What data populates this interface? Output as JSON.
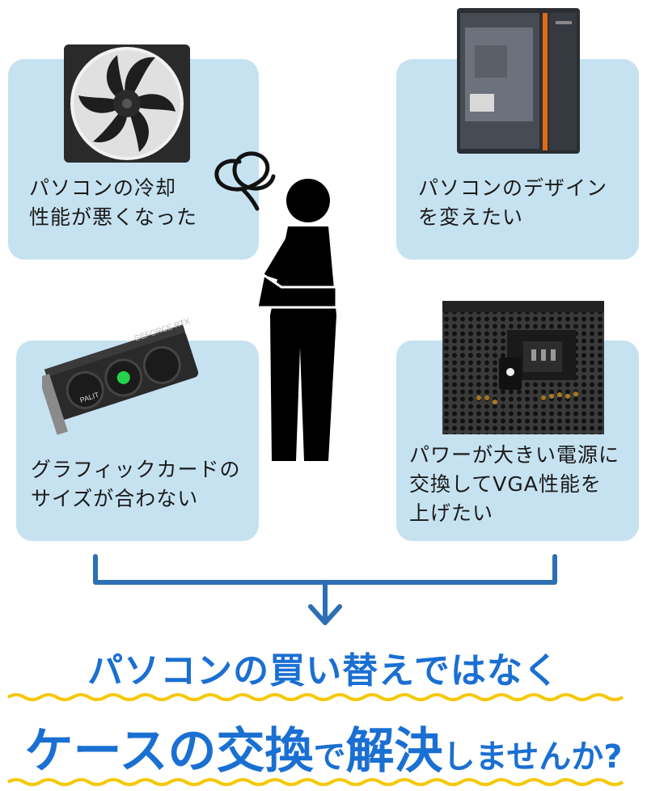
{
  "panels": [
    {
      "id": "cooling",
      "text": "パソコンの冷却\n性能が悪くなった",
      "product": "case-fan"
    },
    {
      "id": "design",
      "text": "パソコンのデザイン\nを変えたい",
      "product": "pc-case"
    },
    {
      "id": "gpu",
      "text": "グラフィックカードの\nサイズが合わない",
      "product": "graphics-card"
    },
    {
      "id": "psu",
      "text": "パワーが大きい電源に\n交換してVGA性能を\n上げたい",
      "product": "power-supply"
    }
  ],
  "headline": {
    "sub": "パソコンの買い替えではなく",
    "main_a": "ケースの交換",
    "main_b": "で",
    "main_c": "解決",
    "main_d": "しませんか?"
  },
  "gpu_label": "GEFORCE RTX",
  "gpu_brand": "PALIT",
  "colors": {
    "panel": "#c6e2f1",
    "accent": "#1a6fd2",
    "wave": "#f5c800",
    "bracket": "#2c6fb5"
  }
}
